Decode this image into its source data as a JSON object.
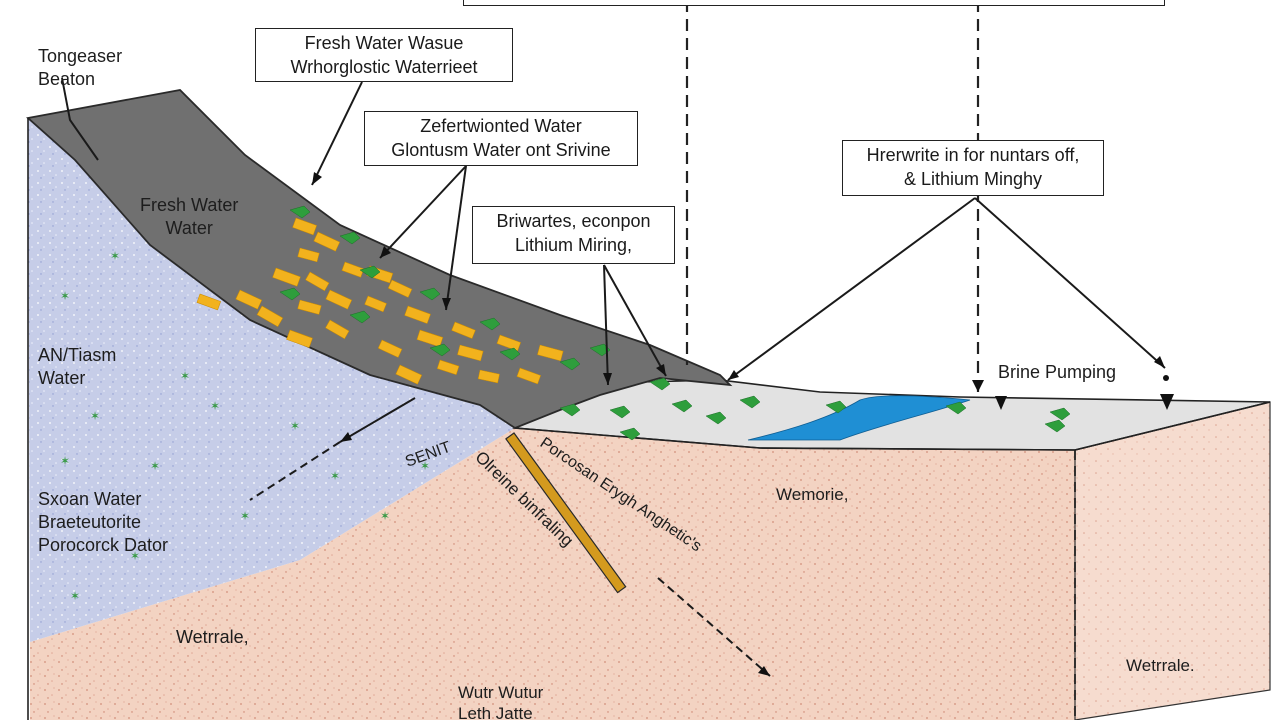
{
  "top_box": {
    "text": ""
  },
  "corner_label": {
    "line1": "Tongeaser",
    "line2": "Beaton"
  },
  "callout_fresh": {
    "line1": "Fresh Water Wasue",
    "line2": "Wrhorglostic Waterrieet"
  },
  "callout_glontusm": {
    "line1": "Zefertwionted Water",
    "line2": "Glontusm Water ont Srivine"
  },
  "callout_briwartes": {
    "line1": "Briwartes, econpon",
    "line2": "Lithium Miring,"
  },
  "callout_lithium": {
    "line1": "Hrerwrite in for nuntars off,",
    "line2": "& Lithium Minghy"
  },
  "labels": {
    "fresh_water": {
      "line1": "Fresh Water",
      "line2": "Water"
    },
    "an_tiasm": {
      "line1": "AN/Tiasm",
      "line2": "Water"
    },
    "sxoan": {
      "line1": "Sxoan Water",
      "line2": "Braeteutorite",
      "line3": "Porocorck Dator"
    },
    "senit": "SENIT",
    "brine_pumping": "Brine Pumping",
    "memorie": "Wemorie,",
    "wetrrale_left": "Wetrrale,",
    "wetrrale_right": "Wetrrale.",
    "bottom": {
      "line1": "Wutr Wutur",
      "line2": "Leth Jatte"
    },
    "fault_1": "Olreine binfraling",
    "fault_2": "Porcosan Erygh Anghetic's"
  },
  "colors": {
    "fresh_water_layer": "#6f6f6f",
    "aquifer": "#c4cbe6",
    "sediment": "#f3d3c2",
    "salar_crust": "#e3e3e3",
    "brine_pond": "#1f8fd4",
    "mineral_yellow": "#f2b21d",
    "mineral_green": "#2e9e3c",
    "fault_bar": "#d49a1e"
  }
}
